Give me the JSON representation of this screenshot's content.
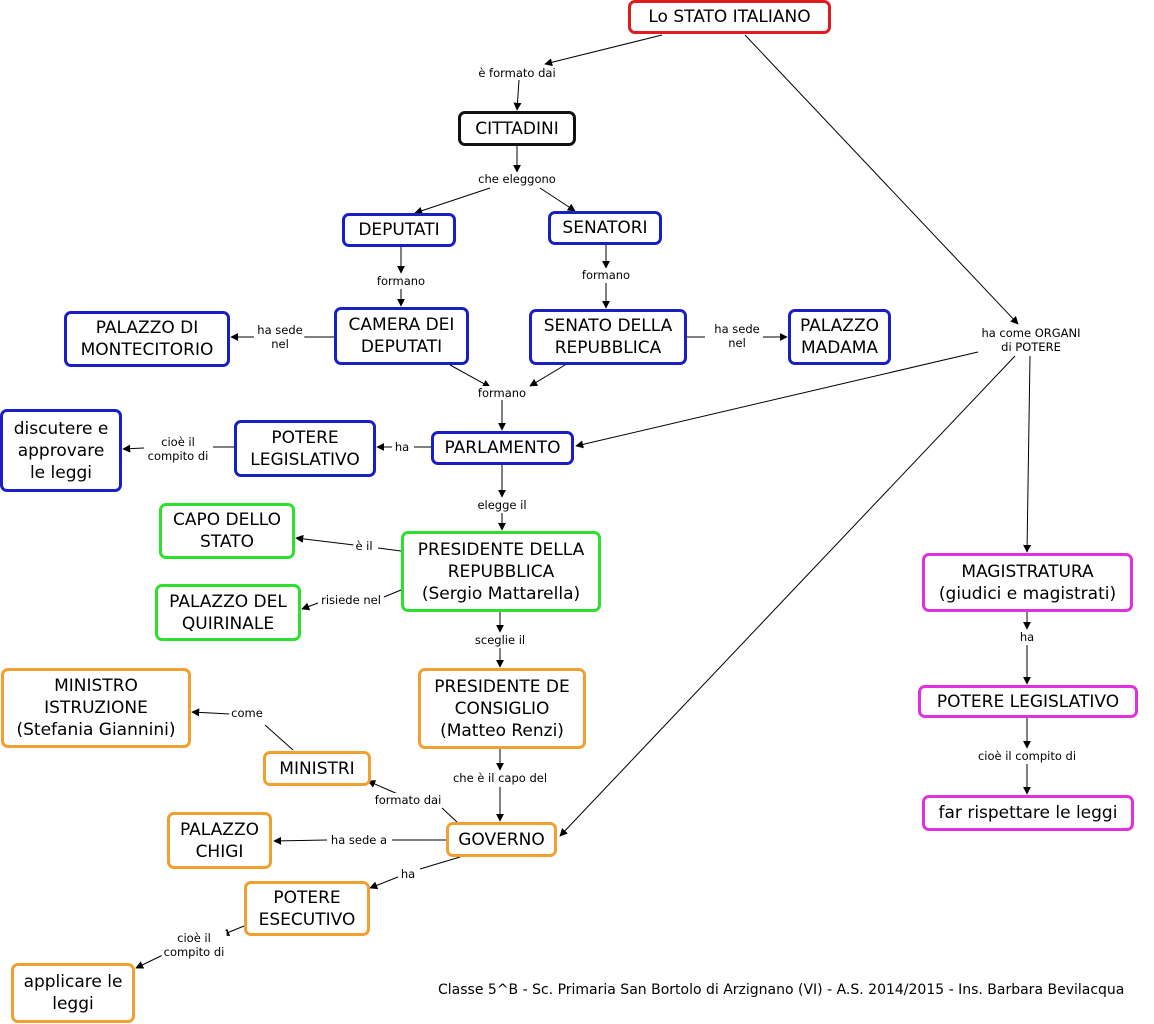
{
  "nodes": {
    "stato": "Lo STATO ITALIANO",
    "cittadini": "CITTADINI",
    "deputati": "DEPUTATI",
    "senatori": "SENATORI",
    "camera": "CAMERA DEI\nDEPUTATI",
    "senato": "SENATO DELLA\nREPUBBLICA",
    "montecitorio": "PALAZZO DI\nMONTECITORIO",
    "madama": "PALAZZO\nMADAMA",
    "parlamento": "PARLAMENTO",
    "potere_legislativo": "POTERE\nLEGISLATIVO",
    "discutere": "discutere e\napprovare\nle leggi",
    "presidente_repubblica": "PRESIDENTE DELLA\nREPUBBLICA\n(Sergio Mattarella)",
    "capo_stato": "CAPO DELLO\nSTATO",
    "quirinale": "PALAZZO DEL\nQUIRINALE",
    "presidente_consiglio": "PRESIDENTE DE\nCONSIGLIO\n(Matteo Renzi)",
    "ministro_istruzione": "MINISTRO\nISTRUZIONE\n(Stefania Giannini)",
    "ministri": "MINISTRI",
    "governo": "GOVERNO",
    "chigi": "PALAZZO\nCHIGI",
    "potere_esecutivo": "POTERE\nESECUTIVO",
    "applicare": "applicare le\nleggi",
    "magistratura": "MAGISTRATURA\n(giudici e magistrati)",
    "potere_legislativo_mag": "POTERE LEGISLATIVO",
    "far_rispettare": "far rispettare le leggi"
  },
  "links": {
    "formato_dai": "è formato dai",
    "ha_come_organi": "ha come ORGANI\ndi POTERE",
    "che_eleggono": "che eleggono",
    "formano_dep": "formano",
    "formano_sen": "formano",
    "ha_sede_nel_cam": "ha sede\nnel",
    "ha_sede_nel_sen": "ha sede\nnel",
    "formano_parl": "formano",
    "ha_parl": "ha",
    "cioe_il_leg": "cioè il\ncompito di",
    "elegge_il": "elegge il",
    "e_il": "è il",
    "risiede_nel": "risiede nel",
    "sceglie_il": "sceglie il",
    "che_e_il_capo": "che è il capo del",
    "formato_dai_gov": "formato dai",
    "come": "come",
    "ha_sede_a": "ha sede a",
    "ha_gov": "ha",
    "cioe_il_es": "cioè il\ncompito di",
    "ha_mag": "ha",
    "cioe_il_mag": "cioè il compito di"
  },
  "footer": "Classe 5^B - Sc. Primaria San Bortolo di Arzignano (VI) - A.S. 2014/2015 - Ins. Barbara Bevilacqua"
}
